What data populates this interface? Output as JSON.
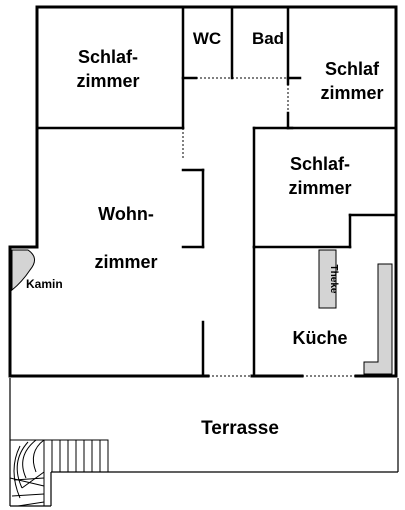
{
  "colors": {
    "wall": "#000000",
    "background": "#ffffff",
    "fixture_fill": "#d4d4d4",
    "terrace_fill": "#ffffff"
  },
  "rooms": {
    "schlafzimmer_1": [
      "Schlaf-",
      "zimmer"
    ],
    "wc": "WC",
    "bad": "Bad",
    "schlafzimmer_2": [
      "Schlaf",
      "zimmer"
    ],
    "schlafzimmer_3": [
      "Schlaf-",
      "zimmer"
    ],
    "wohnzimmer": [
      "Wohn-",
      "zimmer"
    ],
    "kamin": "Kamin",
    "kueche": "Küche",
    "theke": "Theke",
    "terrasse": "Terrasse"
  }
}
